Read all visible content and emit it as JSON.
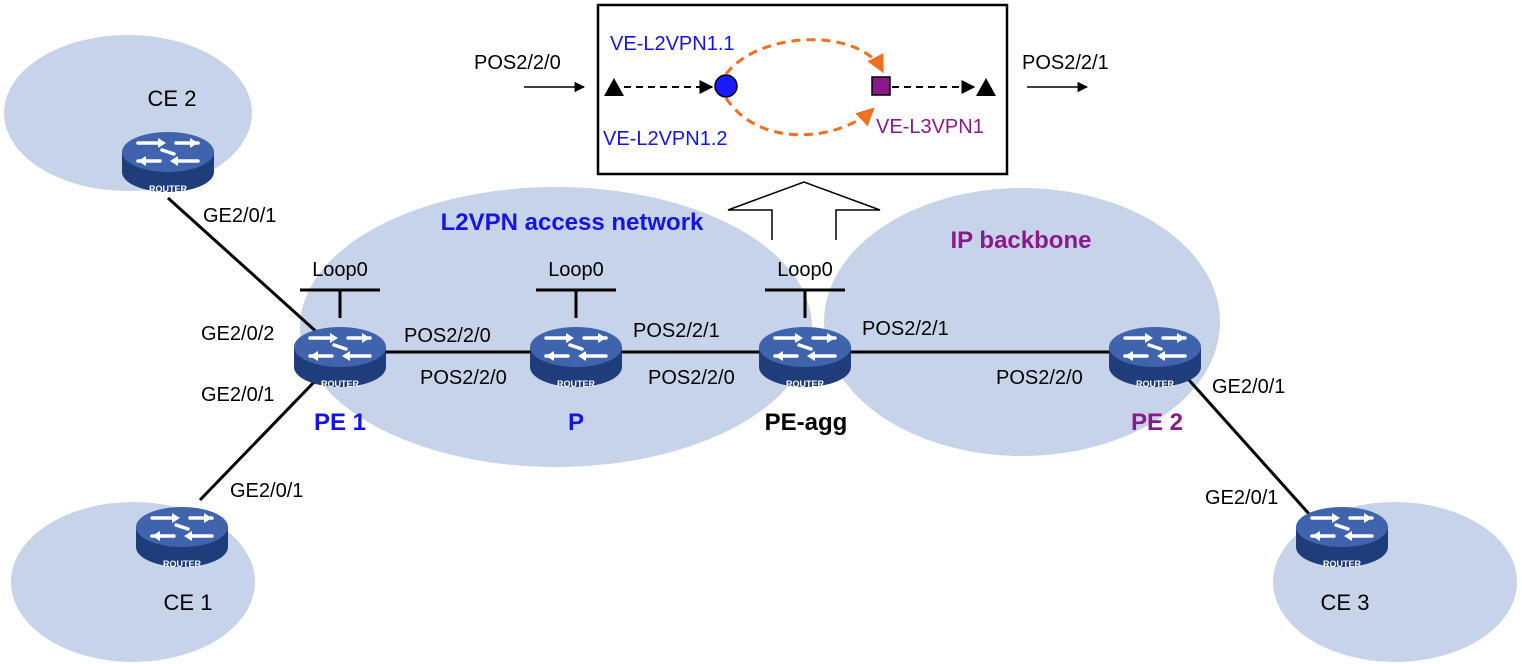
{
  "colors": {
    "cloud": "#c7d3e9",
    "router_top": "#3f63ad",
    "router_side": "#1f3d7a",
    "blue_text": "#1414e6",
    "purple_text": "#8a1a8a",
    "orange": "#f07020"
  },
  "networks": [
    {
      "id": "l2vpn",
      "label": "L2VPN access network",
      "color": "#1414e6"
    },
    {
      "id": "backbone",
      "label": "IP backbone",
      "color": "#8a1a8a"
    }
  ],
  "routers": [
    {
      "id": "ce2",
      "label": "CE 2",
      "color": "#000000",
      "bold": false,
      "icon_text": "ROUTER"
    },
    {
      "id": "ce1",
      "label": "CE 1",
      "color": "#000000",
      "bold": false,
      "icon_text": "ROUTER"
    },
    {
      "id": "pe1",
      "label": "PE 1",
      "color": "#1414e6",
      "bold": true,
      "icon_text": "ROUTER"
    },
    {
      "id": "p",
      "label": "P",
      "color": "#1414e6",
      "bold": true,
      "icon_text": "ROUTER"
    },
    {
      "id": "peagg",
      "label": "PE-agg",
      "color": "#000000",
      "bold": true,
      "icon_text": "ROUTER"
    },
    {
      "id": "pe2",
      "label": "PE 2",
      "color": "#8a1a8a",
      "bold": true,
      "icon_text": "ROUTER"
    },
    {
      "id": "ce3",
      "label": "CE 3",
      "color": "#000000",
      "bold": false,
      "icon_text": "ROUTER"
    }
  ],
  "loopbacks": [
    {
      "id": "pe1",
      "label": "Loop0"
    },
    {
      "id": "p",
      "label": "Loop0"
    },
    {
      "id": "peagg",
      "label": "Loop0"
    }
  ],
  "interfaces": [
    {
      "id": "ce2-ge201",
      "label": "GE2/0/1"
    },
    {
      "id": "pe1-ge202",
      "label": "GE2/0/2"
    },
    {
      "id": "pe1-ge201",
      "label": "GE2/0/1"
    },
    {
      "id": "ce1-ge201",
      "label": "GE2/0/1"
    },
    {
      "id": "pe1-pos220",
      "label": "POS2/2/0"
    },
    {
      "id": "p-pos220",
      "label": "POS2/2/0"
    },
    {
      "id": "p-pos221",
      "label": "POS2/2/1"
    },
    {
      "id": "peagg-pos220",
      "label": "POS2/2/0"
    },
    {
      "id": "peagg-pos221",
      "label": "POS2/2/1"
    },
    {
      "id": "pe2-pos220",
      "label": "POS2/2/0"
    },
    {
      "id": "pe2-ge201",
      "label": "GE2/0/1"
    },
    {
      "id": "ce3-ge201",
      "label": "GE2/0/1"
    }
  ],
  "inset": {
    "in_interface": "POS2/2/0",
    "out_interface": "POS2/2/1",
    "ve_l2vpn_1": "VE-L2VPN1.1",
    "ve_l2vpn_2": "VE-L2VPN1.2",
    "ve_l3vpn": "VE-L3VPN1"
  }
}
